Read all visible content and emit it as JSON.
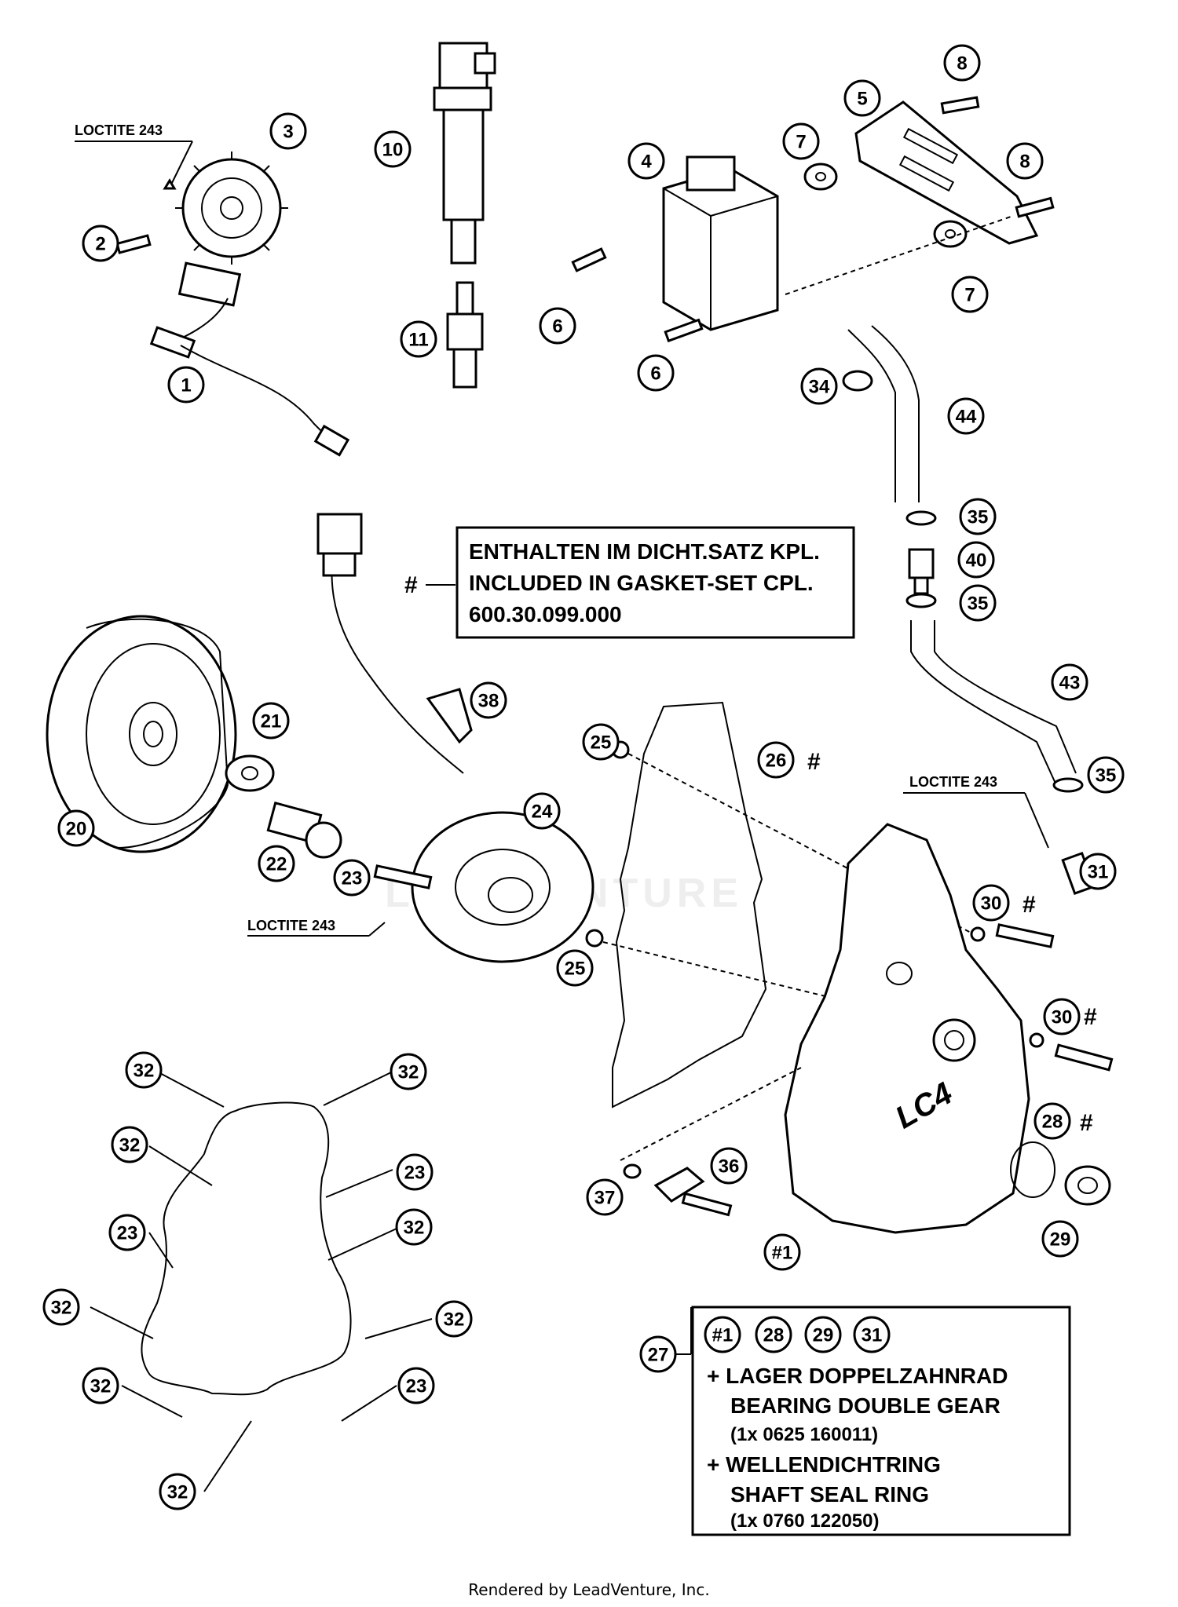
{
  "notes": {
    "loctite_1": "LOCTITE 243",
    "loctite_2": "LOCTITE 243",
    "loctite_3": "LOCTITE 243"
  },
  "gasket_box": {
    "marker": "#",
    "line1": "ENTHALTEN IM DICHT.SATZ KPL.",
    "line2": "INCLUDED IN GASKET-SET CPL.",
    "line3": "600.30.099.000"
  },
  "kit_box": {
    "ref": "27",
    "items": [
      "#1",
      "28",
      "29",
      "31"
    ],
    "line1": "+ LAGER DOPPELZAHNRAD",
    "line2": "BEARING DOUBLE GEAR",
    "line3": "(1x 0625 160011)",
    "line4": "+ WELLENDICHTRING",
    "line5": "SHAFT SEAL RING",
    "line6": "(1x 0760 122050)"
  },
  "callouts": {
    "c1": "1",
    "c2": "2",
    "c3": "3",
    "c4": "4",
    "c5": "5",
    "c6a": "6",
    "c6b": "6",
    "c7a": "7",
    "c7b": "7",
    "c8a": "8",
    "c8b": "8",
    "c10": "10",
    "c11": "11",
    "c20": "20",
    "c21": "21",
    "c22": "22",
    "c23": "23",
    "c24": "24",
    "c25a": "25",
    "c25b": "25",
    "c26": "26",
    "c28": "28",
    "c29": "29",
    "c30a": "30",
    "c30b": "30",
    "c31": "31",
    "c34": "34",
    "c35a": "35",
    "c35b": "35",
    "c35c": "35",
    "c36": "36",
    "c37": "37",
    "c38": "38",
    "c40": "40",
    "c43": "43",
    "c44": "44",
    "c_h1": "#1",
    "g32a": "32",
    "g32b": "32",
    "g32c": "32",
    "g32d": "32",
    "g32e": "32",
    "g32f": "32",
    "g32g": "32",
    "g32h": "32",
    "g23a": "23",
    "g23b": "23",
    "g23c": "23",
    "g23d": "23"
  },
  "hash_marks": {
    "h26": "#",
    "h30a": "#",
    "h30b": "#",
    "h28": "#"
  },
  "cover_logo": "LC4",
  "watermark": "LEADVENTURE",
  "footer": "Rendered by LeadVenture, Inc."
}
